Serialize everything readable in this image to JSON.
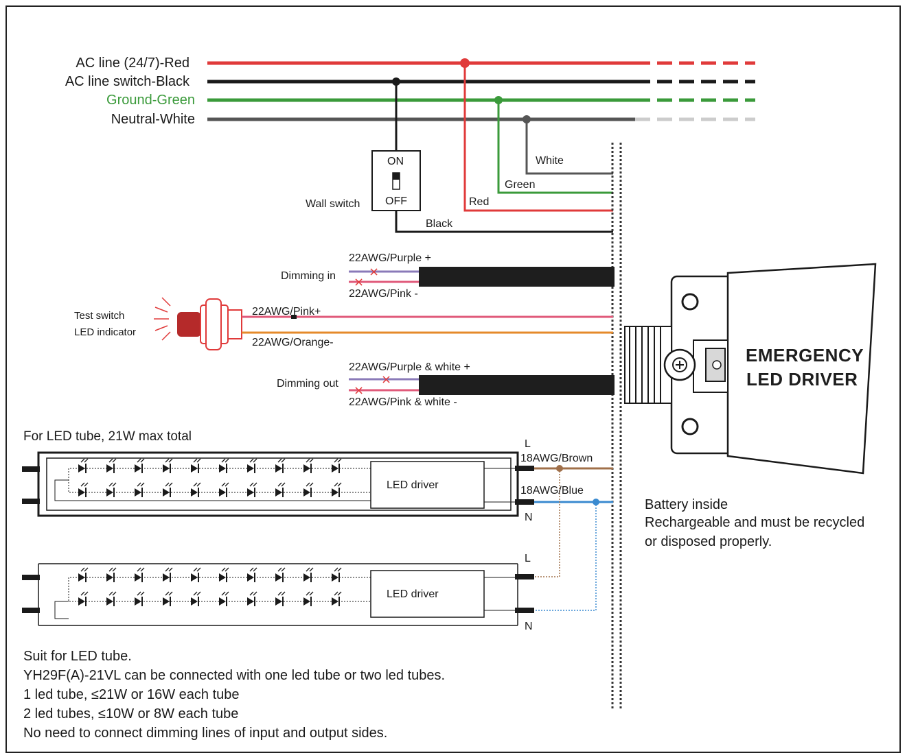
{
  "ac_lines": {
    "red_label": "AC line (24/7)-Red",
    "black_label": "AC line switch-Black",
    "green_label": "Ground-Green",
    "white_label": "Neutral-White"
  },
  "wall_switch": {
    "label": "Wall switch",
    "on": "ON",
    "off": "OFF"
  },
  "wire_labels": {
    "white": "White",
    "green": "Green",
    "red": "Red",
    "black": "Black"
  },
  "dimming_in": {
    "label": "Dimming in",
    "plus": "22AWG/Purple +",
    "minus": "22AWG/Pink -"
  },
  "test_switch": {
    "line1": "Test switch",
    "line2": "LED indicator",
    "plus": "22AWG/Pink+",
    "minus": "22AWG/Orange-"
  },
  "dimming_out": {
    "label": "Dimming out",
    "plus": "22AWG/Purple & white +",
    "minus": "22AWG/Pink & white -"
  },
  "driver": {
    "line1": "EMERGENCY",
    "line2": "LED DRIVER"
  },
  "tube_section": {
    "title": "For LED tube, 21W max total",
    "driver_label": "LED driver",
    "L": "L",
    "N": "N",
    "brown": "18AWG/Brown",
    "blue": "18AWG/Blue"
  },
  "battery": {
    "line1": "Battery inside",
    "line2": "Rechargeable and must be recycled",
    "line3": "or disposed properly."
  },
  "notes": [
    "Suit for LED tube.",
    "YH29F(A)-21VL can be connected with one  led tube or two led tubes.",
    "1 led tube, ≤21W or 16W each tube",
    "2 led tubes, ≤10W or 8W each tube",
    "No need to connect dimming lines of input and output sides."
  ],
  "colors": {
    "red": "#e03a3a",
    "black": "#1a1a1a",
    "green": "#3a9a3a",
    "grey": "#555555",
    "purple": "#8a7ab8",
    "pink": "#e05a7a",
    "orange": "#e58a2a",
    "brown": "#a0704a",
    "blue": "#3a8ad0"
  }
}
